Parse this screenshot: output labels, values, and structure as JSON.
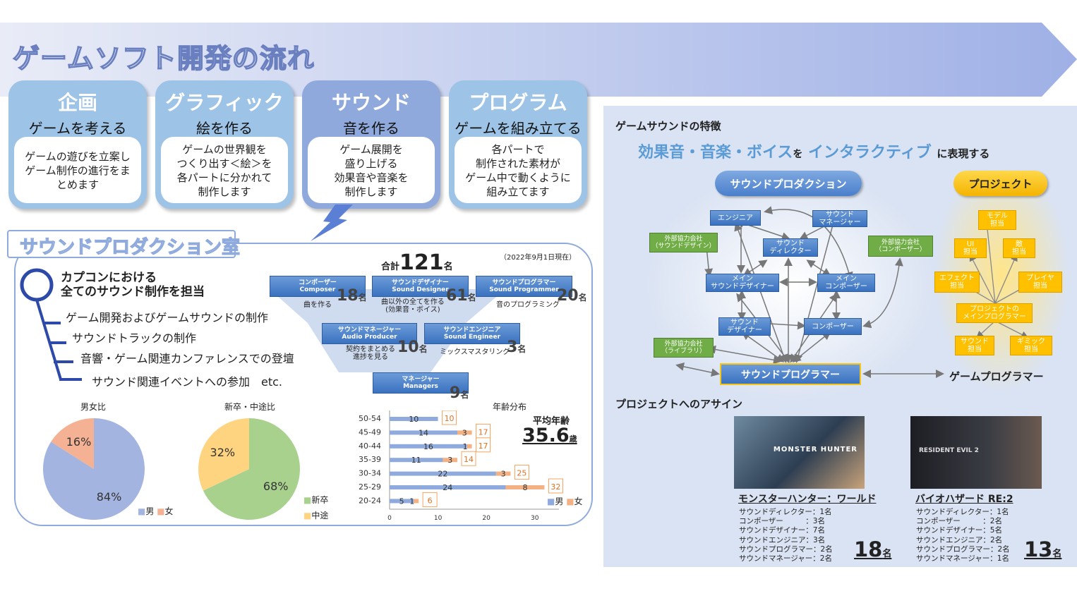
{
  "header": {
    "title": "ゲームソフト開発の流れ"
  },
  "cards": [
    {
      "title": "企画",
      "subtitle": "ゲームを考える",
      "body": "ゲームの遊びを立案し\nゲーム制作の進行をま\nとめます"
    },
    {
      "title": "グラフィック",
      "subtitle": "絵を作る",
      "body": "ゲームの世界観を\nつくり出す＜絵＞を\n各パートに分かれて\n制作します"
    },
    {
      "title": "サウンド",
      "subtitle": "音を作る",
      "body": "ゲーム展開を\n盛り上げる\n効果音や音楽を\n制作します"
    },
    {
      "title": "プログラム",
      "subtitle": "ゲームを組み立てる",
      "body": "各パートで\n制作された素材が\nゲーム中で動くように\n組み立てます"
    }
  ],
  "room": {
    "title": "サウンドプロダクション室",
    "headline": "カプコンにおける\n全てのサウンド制作を担当",
    "bullets": [
      "ゲーム開発およびゲームサウンドの制作",
      "サウンドトラックの制作",
      "音響・ゲーム関連カンファレンスでの登壇",
      "サウンド関連イベントへの参加　etc."
    ],
    "date": "（2022年9月1日現在）",
    "total_label": "合計",
    "total": "121",
    "total_unit": "名",
    "roles": [
      {
        "title": "コンポーザー\nComposer",
        "desc": "曲を作る",
        "count": "18",
        "unit": "名"
      },
      {
        "title": "サウンドデザイナー\nSound Designer",
        "desc": "曲以外の全てを作る\n(効果音・ボイス)",
        "count": "61",
        "unit": "名"
      },
      {
        "title": "サウンドプログラマー\nSound Programmer",
        "desc": "音のプログラミング",
        "count": "20",
        "unit": "名"
      },
      {
        "title": "サウンドマネージャー\nAudio Producer",
        "desc": "契約をまとめる\n進捗を見る",
        "count": "10",
        "unit": "名"
      },
      {
        "title": "サウンドエンジニア\nSound Engineer",
        "desc": "ミックスマスタリング",
        "count": "3",
        "unit": "名"
      },
      {
        "title": "マネージャー\nManagers",
        "desc": "",
        "count": "9",
        "unit": "名"
      }
    ],
    "avg_label": "平均年齢",
    "avg_value": "35.6",
    "avg_unit": "歳"
  },
  "chart_data": [
    {
      "type": "pie",
      "title": "男女比",
      "slices": [
        {
          "label": "男",
          "value": 84,
          "text": "84%",
          "color": "#a4b4e0"
        },
        {
          "label": "女",
          "value": 16,
          "text": "16%",
          "color": "#f4b193"
        }
      ]
    },
    {
      "type": "pie",
      "title": "新卒・中途比",
      "slices": [
        {
          "label": "新卒",
          "value": 68,
          "text": "68%",
          "color": "#a9d18e"
        },
        {
          "label": "中途",
          "value": 32,
          "text": "32%",
          "color": "#ffd480"
        }
      ]
    },
    {
      "type": "bar",
      "title": "年齢分布",
      "categories": [
        "50-54",
        "45-49",
        "40-44",
        "35-39",
        "30-34",
        "25-29",
        "20-24"
      ],
      "series": [
        {
          "name": "男",
          "values": [
            10,
            14,
            16,
            11,
            22,
            24,
            5
          ],
          "color": "#8faadc"
        },
        {
          "name": "女",
          "values": [
            0,
            3,
            1,
            3,
            3,
            8,
            1
          ],
          "color": "#f4b183"
        }
      ],
      "totals": [
        10,
        17,
        17,
        14,
        25,
        32,
        6
      ],
      "xlim": [
        0,
        35
      ],
      "xticks": [
        0,
        10,
        20,
        30
      ]
    }
  ],
  "right": {
    "feature_title": "ゲームサウンドの特徴",
    "tagline_a": "効果音・音楽・ボイス",
    "tagline_b": "を",
    "tagline_c": "インタラクティブ",
    "tagline_d": "に表現する",
    "prod_label": "サウンドプロダクション",
    "proj_label": "プロジェクト",
    "nodes": {
      "engineer": "エンジニア",
      "manager": "サウンド\nマネージャー",
      "director": "サウンド\nディレクター",
      "ext_design": "外部協力会社\n（サウンドデザイン）",
      "ext_comp": "外部協力会社\n（コンポーザー）",
      "main_designer": "メイン\nサウンドデザイナー",
      "main_composer": "メイン\nコンポーザー",
      "designer": "サウンド\nデザイナー",
      "composer": "コンポーザー",
      "ext_lib": "外部協力会社\n（ライブラリ）",
      "programmer": "サウンドプログラマー",
      "game_prog": "ゲームプログラマー"
    },
    "proj_nodes": {
      "model": "モデル\n担当",
      "ui": "UI\n担当",
      "enemy": "敵\n担当",
      "effect": "エフェクト\n担当",
      "player": "プレイヤ\n担当",
      "main_prog": "プロジェクトの\nメインプログラマー",
      "sound": "サウンド\n担当",
      "gimmick": "ギミック\n担当"
    },
    "assign_title": "プロジェクトへのアサイン",
    "games": [
      {
        "name": "モンスターハンター：ワールド",
        "staff": "サウンドディレクター：1名\nコンポーザー　　　：3名\nサウンドデザイナー：7名\nサウンドエンジニア：3名\nサウンドプログラマー：2名\nサウンドマネージャー：2名",
        "total": "18",
        "unit": "名",
        "art": "MONSTER HUNTER"
      },
      {
        "name": "バイオハザード RE:2",
        "staff": "サウンドディレクター：1名\nコンポーザー　　　：2名\nサウンドデザイナー：5名\nサウンドエンジニア：2名\nサウンドプログラマー：2名\nサウンドマネージャー：1名",
        "total": "13",
        "unit": "名",
        "art": "RESIDENT EVIL 2"
      }
    ]
  }
}
